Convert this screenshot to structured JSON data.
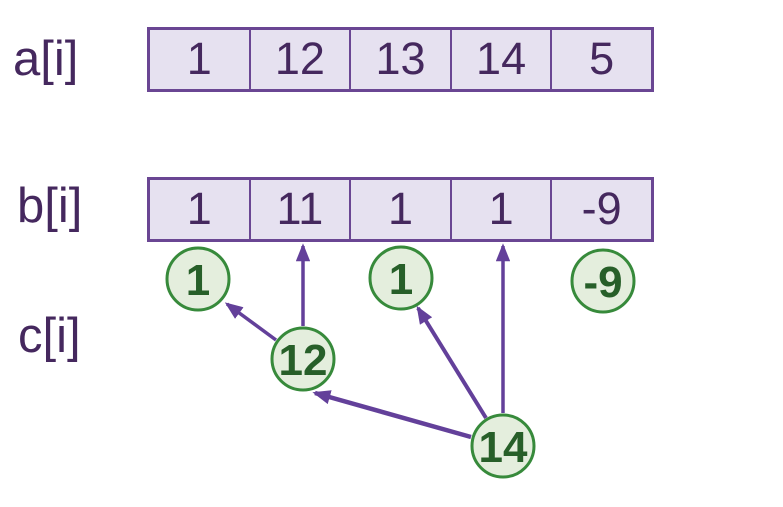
{
  "palette": {
    "background": "#ffffff",
    "purple_text": "#45285e",
    "purple_border": "#6a4693",
    "purple_arrow": "#63409a",
    "cell_fill": "#e6e1f0",
    "circle_fill": "#e4eedd",
    "circle_border": "#378a3b",
    "circle_text": "#275f29"
  },
  "rows": {
    "a": {
      "label": "a[i]",
      "values": [
        "1",
        "12",
        "13",
        "14",
        "5"
      ]
    },
    "b": {
      "label": "b[i]",
      "values": [
        "1",
        "11",
        "1",
        "1",
        "-9"
      ]
    },
    "c": {
      "label": "c[i]"
    }
  },
  "circles": {
    "top": [
      {
        "value": "1",
        "under": "b[0]"
      },
      {
        "value": "1",
        "under": "b[2]"
      },
      {
        "value": "-9",
        "under": "b[4]"
      }
    ],
    "mid": {
      "value": "12"
    },
    "bottom": {
      "value": "14"
    }
  },
  "arrows": [
    {
      "from": "circle-12",
      "to": "b[1]"
    },
    {
      "from": "circle-14",
      "to": "b[3]"
    },
    {
      "from": "circle-12",
      "to": "top-circle-0"
    },
    {
      "from": "circle-14",
      "to": "circle-12"
    },
    {
      "from": "circle-14",
      "to": "top-circle-1"
    }
  ]
}
